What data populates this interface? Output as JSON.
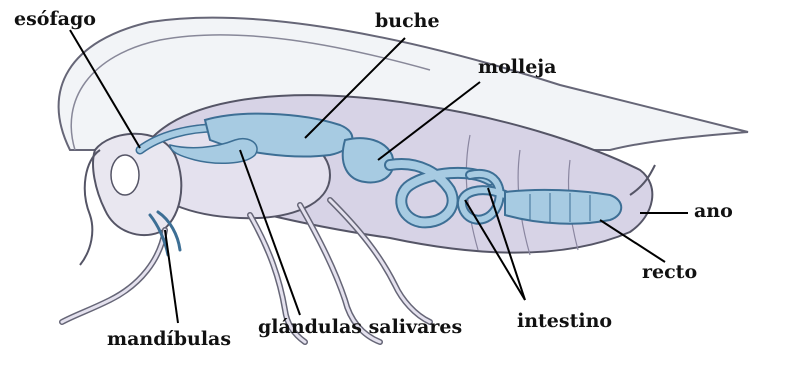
{
  "labels": {
    "esofago": "esófago",
    "buche": "buche",
    "molleja": "molleja",
    "ano": "ano",
    "recto": "recto",
    "intestino": "intestino",
    "glandulas": "glándulas salivares",
    "mandibulas": "mandíbulas"
  },
  "colors": {
    "gut": "#a7cbe2",
    "gut_outline": "#3d6f95",
    "abdomen": "#d7d3e6",
    "body_outline": "#555566",
    "wing": "#f2f4f7",
    "leader_line": "#000000"
  }
}
